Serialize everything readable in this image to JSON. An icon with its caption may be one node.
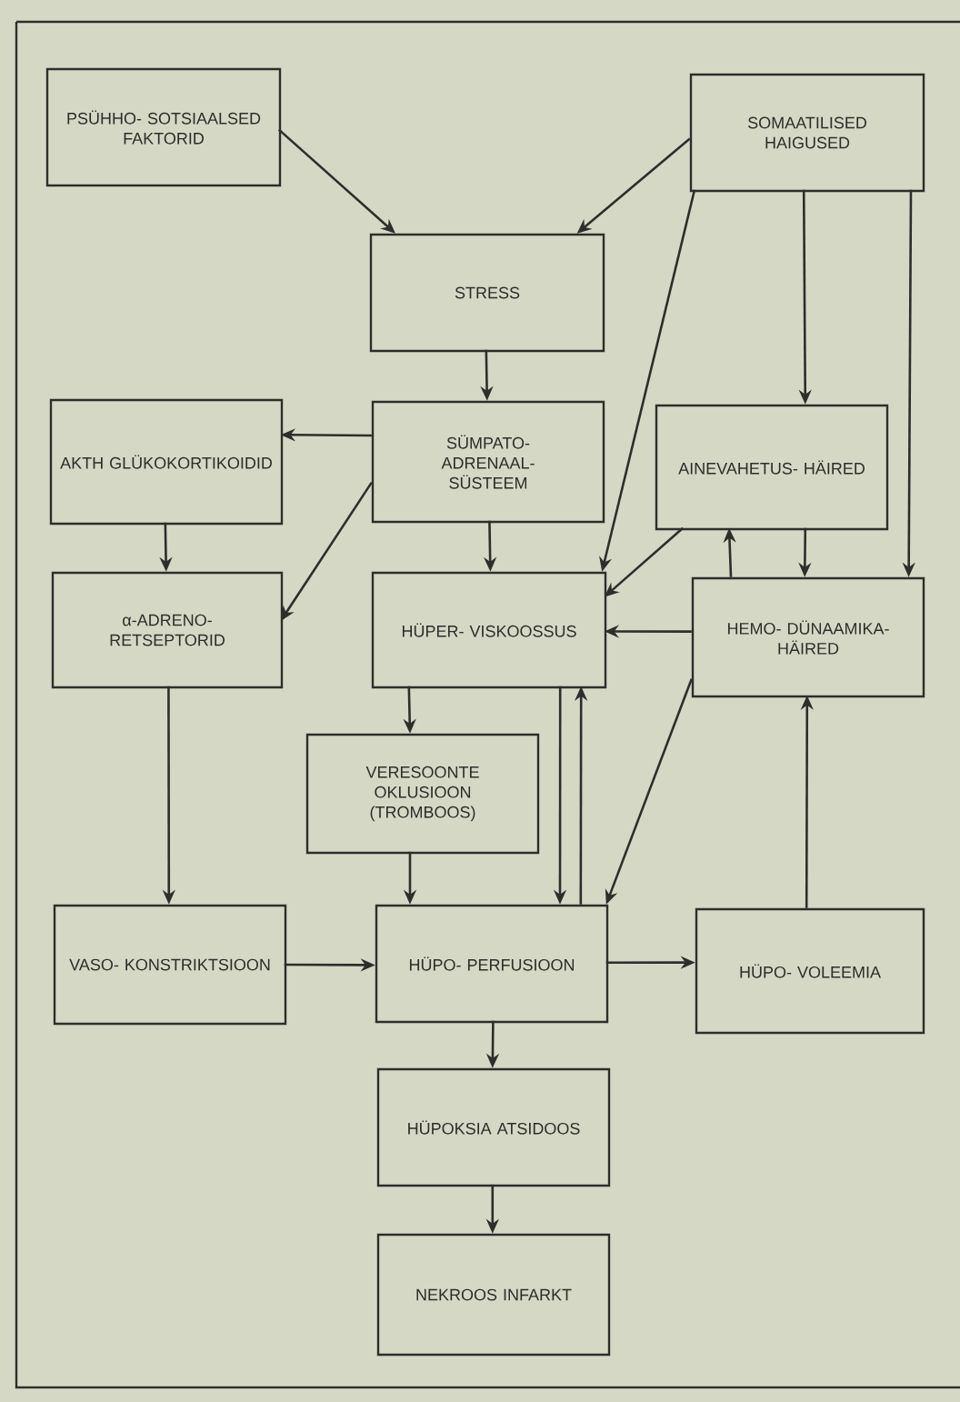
{
  "diagram": {
    "nodes": [
      {
        "text": [
          "PSÜHHO- SOTSIAALSED FAKTORID"
        ]
      },
      {
        "text": [
          "SOMAATILISED HAIGUSED"
        ]
      },
      {
        "text": [
          "STRESS"
        ]
      },
      {
        "text": [
          "AKTH GLÜKOKORTIKOIDID"
        ]
      },
      {
        "text": [
          "SÜMPATO- ADRENAAL- SÜSTEEM"
        ]
      },
      {
        "text": [
          "AINEVAHETUS- HÄIRED"
        ]
      },
      {
        "text": [
          "α-ADRENO- RETSEPTORID"
        ]
      },
      {
        "text": [
          "HÜPER- VISKOOSSUS"
        ]
      },
      {
        "text": [
          "HEMO- DÜNAAMIKA- HÄIRED"
        ]
      },
      {
        "text": [
          "VERESOONTE OKLUSIOON (TROMBOOS)"
        ]
      },
      {
        "text": [
          "VASO- KONSTRIKTSIOON"
        ]
      },
      {
        "text": [
          "HÜPO- PERFUSIOON"
        ]
      },
      {
        "text": [
          "HÜPO- VOLEEMIA"
        ]
      },
      {
        "text": [
          "HÜPOKSIA ATSIDOOS"
        ]
      },
      {
        "text": [
          "NEKROOS INFARKT"
        ]
      }
    ],
    "edges": [
      {
        "from": 0,
        "to": 2,
        "arrow": "to"
      },
      {
        "from": 1,
        "to": 2,
        "arrow": "to"
      },
      {
        "from": 1,
        "to": 7,
        "arrow": "to"
      },
      {
        "from": 1,
        "to": 5,
        "arrow": "to"
      },
      {
        "from": 1,
        "to": 8,
        "arrow": "to"
      },
      {
        "from": 2,
        "to": 4,
        "arrow": "to"
      },
      {
        "from": 4,
        "to": 3,
        "arrow": "to"
      },
      {
        "from": 4,
        "to": 6,
        "arrow": "to"
      },
      {
        "from": 4,
        "to": 7,
        "arrow": "to"
      },
      {
        "from": 5,
        "to": 7,
        "arrow": "to"
      },
      {
        "from": 8,
        "to": 5,
        "arrow": "to"
      },
      {
        "from": 5,
        "to": 8,
        "arrow": "to"
      },
      {
        "from": 8,
        "to": 7,
        "arrow": "to"
      },
      {
        "from": 8,
        "to": 11,
        "arrow": "to"
      },
      {
        "from": 3,
        "to": 6,
        "arrow": "to"
      },
      {
        "from": 6,
        "to": 10,
        "arrow": "to"
      },
      {
        "from": 7,
        "to": 9,
        "arrow": "to"
      },
      {
        "from": 7,
        "to": 11,
        "arrow": "to"
      },
      {
        "from": 11,
        "to": 7,
        "arrow": "to"
      },
      {
        "from": 9,
        "to": 11,
        "arrow": "to"
      },
      {
        "from": 10,
        "to": 11,
        "arrow": "to"
      },
      {
        "from": 11,
        "to": 12,
        "arrow": "to"
      },
      {
        "from": 12,
        "to": 8,
        "arrow": "to"
      },
      {
        "from": 11,
        "to": 13,
        "arrow": "to"
      },
      {
        "from": 13,
        "to": 14,
        "arrow": "to"
      }
    ]
  }
}
